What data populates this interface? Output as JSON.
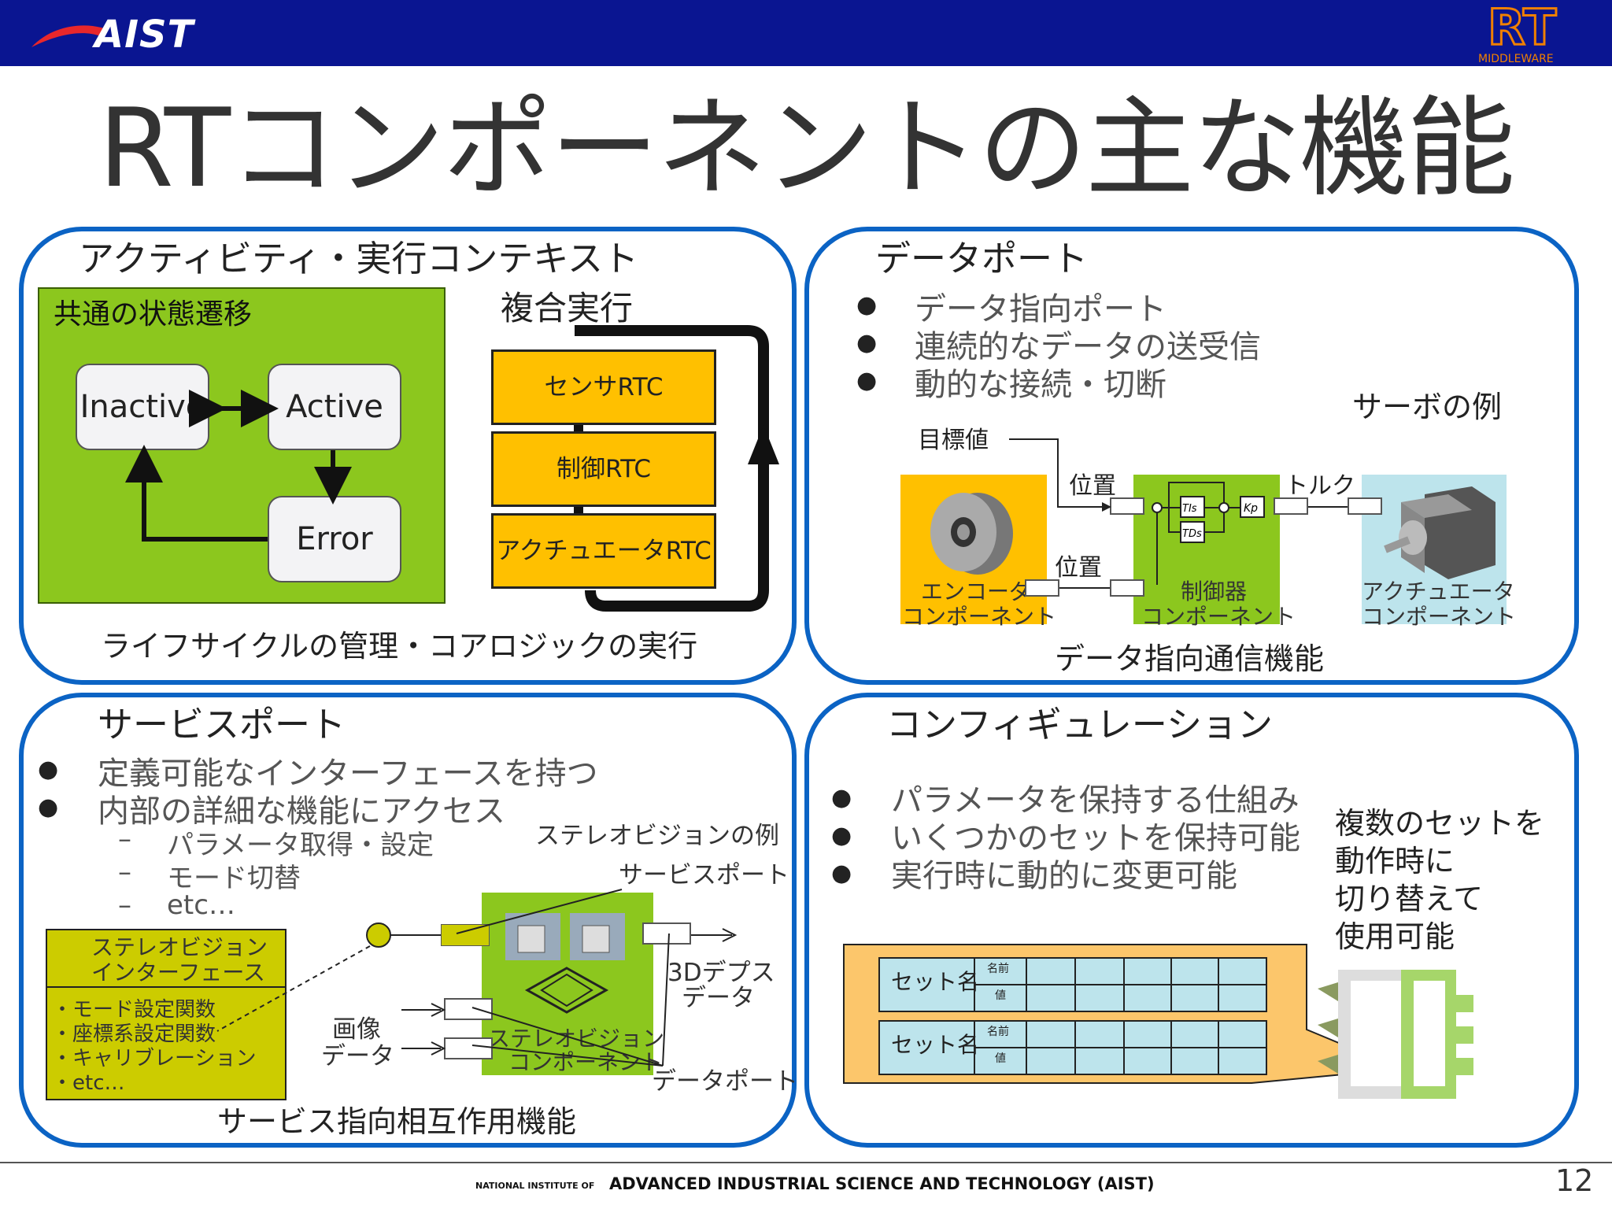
{
  "header": {
    "logo": "AIST",
    "rt_logo": "RT",
    "rt_logo_sub": "MIDDLEWARE"
  },
  "title": "RTコンポーネントの主な機能",
  "p1": {
    "title": "アクティビティ・実行コンテキスト",
    "state_title": "共通の状態遷移",
    "states": {
      "inactive": "Inactive",
      "active": "Active",
      "error": "Error"
    },
    "composite_title": "複合実行",
    "rtcs": [
      "センサRTC",
      "制御RTC",
      "アクチュエータRTC"
    ],
    "caption": "ライフサイクルの管理・コアロジックの実行"
  },
  "p2": {
    "title": "データポート",
    "bullets": [
      "データ指向ポート",
      "連続的なデータの送受信",
      "動的な接続・切断"
    ],
    "servo_title": "サーボの例",
    "target": "目標値",
    "pos1": "位置",
    "pos2": "位置",
    "torque": "トルク",
    "encoder": [
      "エンコーダ",
      "コンポーネント"
    ],
    "controller": [
      "制御器",
      "コンポーネント"
    ],
    "actuator": [
      "アクチュエータ",
      "コンポーネント"
    ],
    "ti": "TIs",
    "td": "TDs",
    "kp": "Kp",
    "caption": "データ指向通信機能"
  },
  "p3": {
    "title": "サービスポート",
    "bullets": [
      "定義可能なインターフェースを持つ",
      "内部の詳細な機能にアクセス"
    ],
    "sub": [
      "パラメータ取得・設定",
      "モード切替",
      "etc…"
    ],
    "stereo_title": "ステレオビジョンの例",
    "service_port": "サービスポート",
    "iface_title": [
      "ステレオビジョン",
      "インターフェース"
    ],
    "iface_items": [
      "・モード設定関数",
      "・座標系設定関数",
      "・キャリブレーション",
      "・etc…"
    ],
    "depth": [
      "3Dデプス",
      "データ"
    ],
    "image": [
      "画像",
      "データ"
    ],
    "comp": [
      "ステレオビジョン",
      "コンポーネント"
    ],
    "data_port": "データポート",
    "caption": "サービス指向相互作用機能"
  },
  "p4": {
    "title": "コンフィギュレーション",
    "bullets": [
      "パラメータを保持する仕組み",
      "いくつかのセットを保持可能",
      "実行時に動的に変更可能"
    ],
    "side": [
      "複数のセットを",
      "動作時に",
      "切り替えて",
      "使用可能"
    ],
    "set_name": "セット名",
    "name": "名前",
    "value": "値"
  },
  "footer": {
    "org_small": "NATIONAL INSTITUTE OF",
    "org": "ADVANCED INDUSTRIAL SCIENCE AND TECHNOLOGY (AIST)",
    "page": "12"
  },
  "colors": {
    "header": "#0a1591",
    "panel_border": "#0b63c4",
    "green": "#8cc71e",
    "orange": "#ffc000",
    "olive": "#cccc00",
    "light_orange": "#fcc66b",
    "cyan": "#bde4ec"
  }
}
